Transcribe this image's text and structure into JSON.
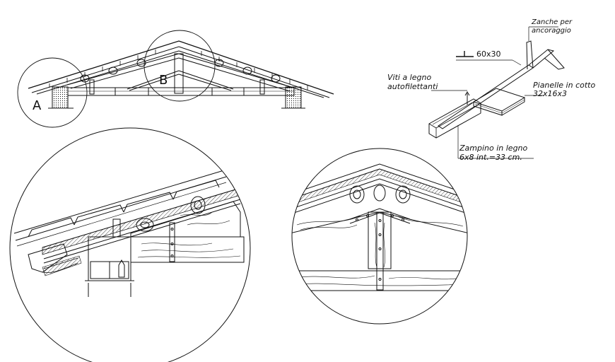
{
  "labels": {
    "callout_a": "A",
    "callout_b": "B",
    "profile_size": "60x30",
    "anchors_1": "Zanche per",
    "anchors_2": "ancoraggio",
    "screws_1": "Viti a legno",
    "screws_2": "autofilettanti",
    "tiles_1": "Pianelle in cotto",
    "tiles_2": "32x16x3",
    "rafter_1": "Zampino in legno",
    "rafter_2": "6x8 int.=33 cm."
  },
  "colors": {
    "line": "#111111",
    "background": "#ffffff"
  }
}
